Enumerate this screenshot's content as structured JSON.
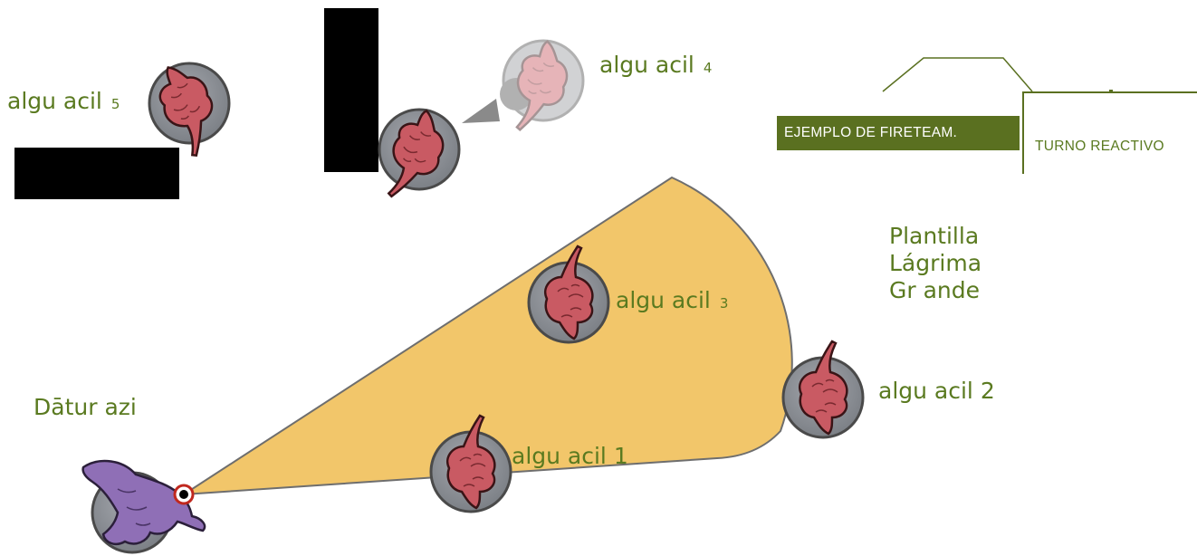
{
  "header": {
    "tab_example": "EJEMPLO DE FIRETEAM.",
    "tab_turn": "TURNO REACTIVO"
  },
  "template": {
    "line1": "Plantilla",
    "line2": "Lágrima",
    "line3": "Gr ande"
  },
  "units": {
    "datur": "Dātur azi",
    "a1": {
      "name": "algu acil",
      "num": "1"
    },
    "a2": {
      "name": "algu acil",
      "num": "2"
    },
    "a3": {
      "name": "algu acil",
      "num": "3"
    },
    "a4": {
      "name": "algu acil",
      "num": "4"
    },
    "a5": {
      "name": "algu acil",
      "num": "5"
    }
  },
  "colors": {
    "accent_green": "#5a7020",
    "template_fill": "#f2c66a",
    "base_grey": "#8a8d93",
    "miniature_red": "#c95a63",
    "datur_purple": "#8f6fb6",
    "obstacle": "#000000"
  }
}
